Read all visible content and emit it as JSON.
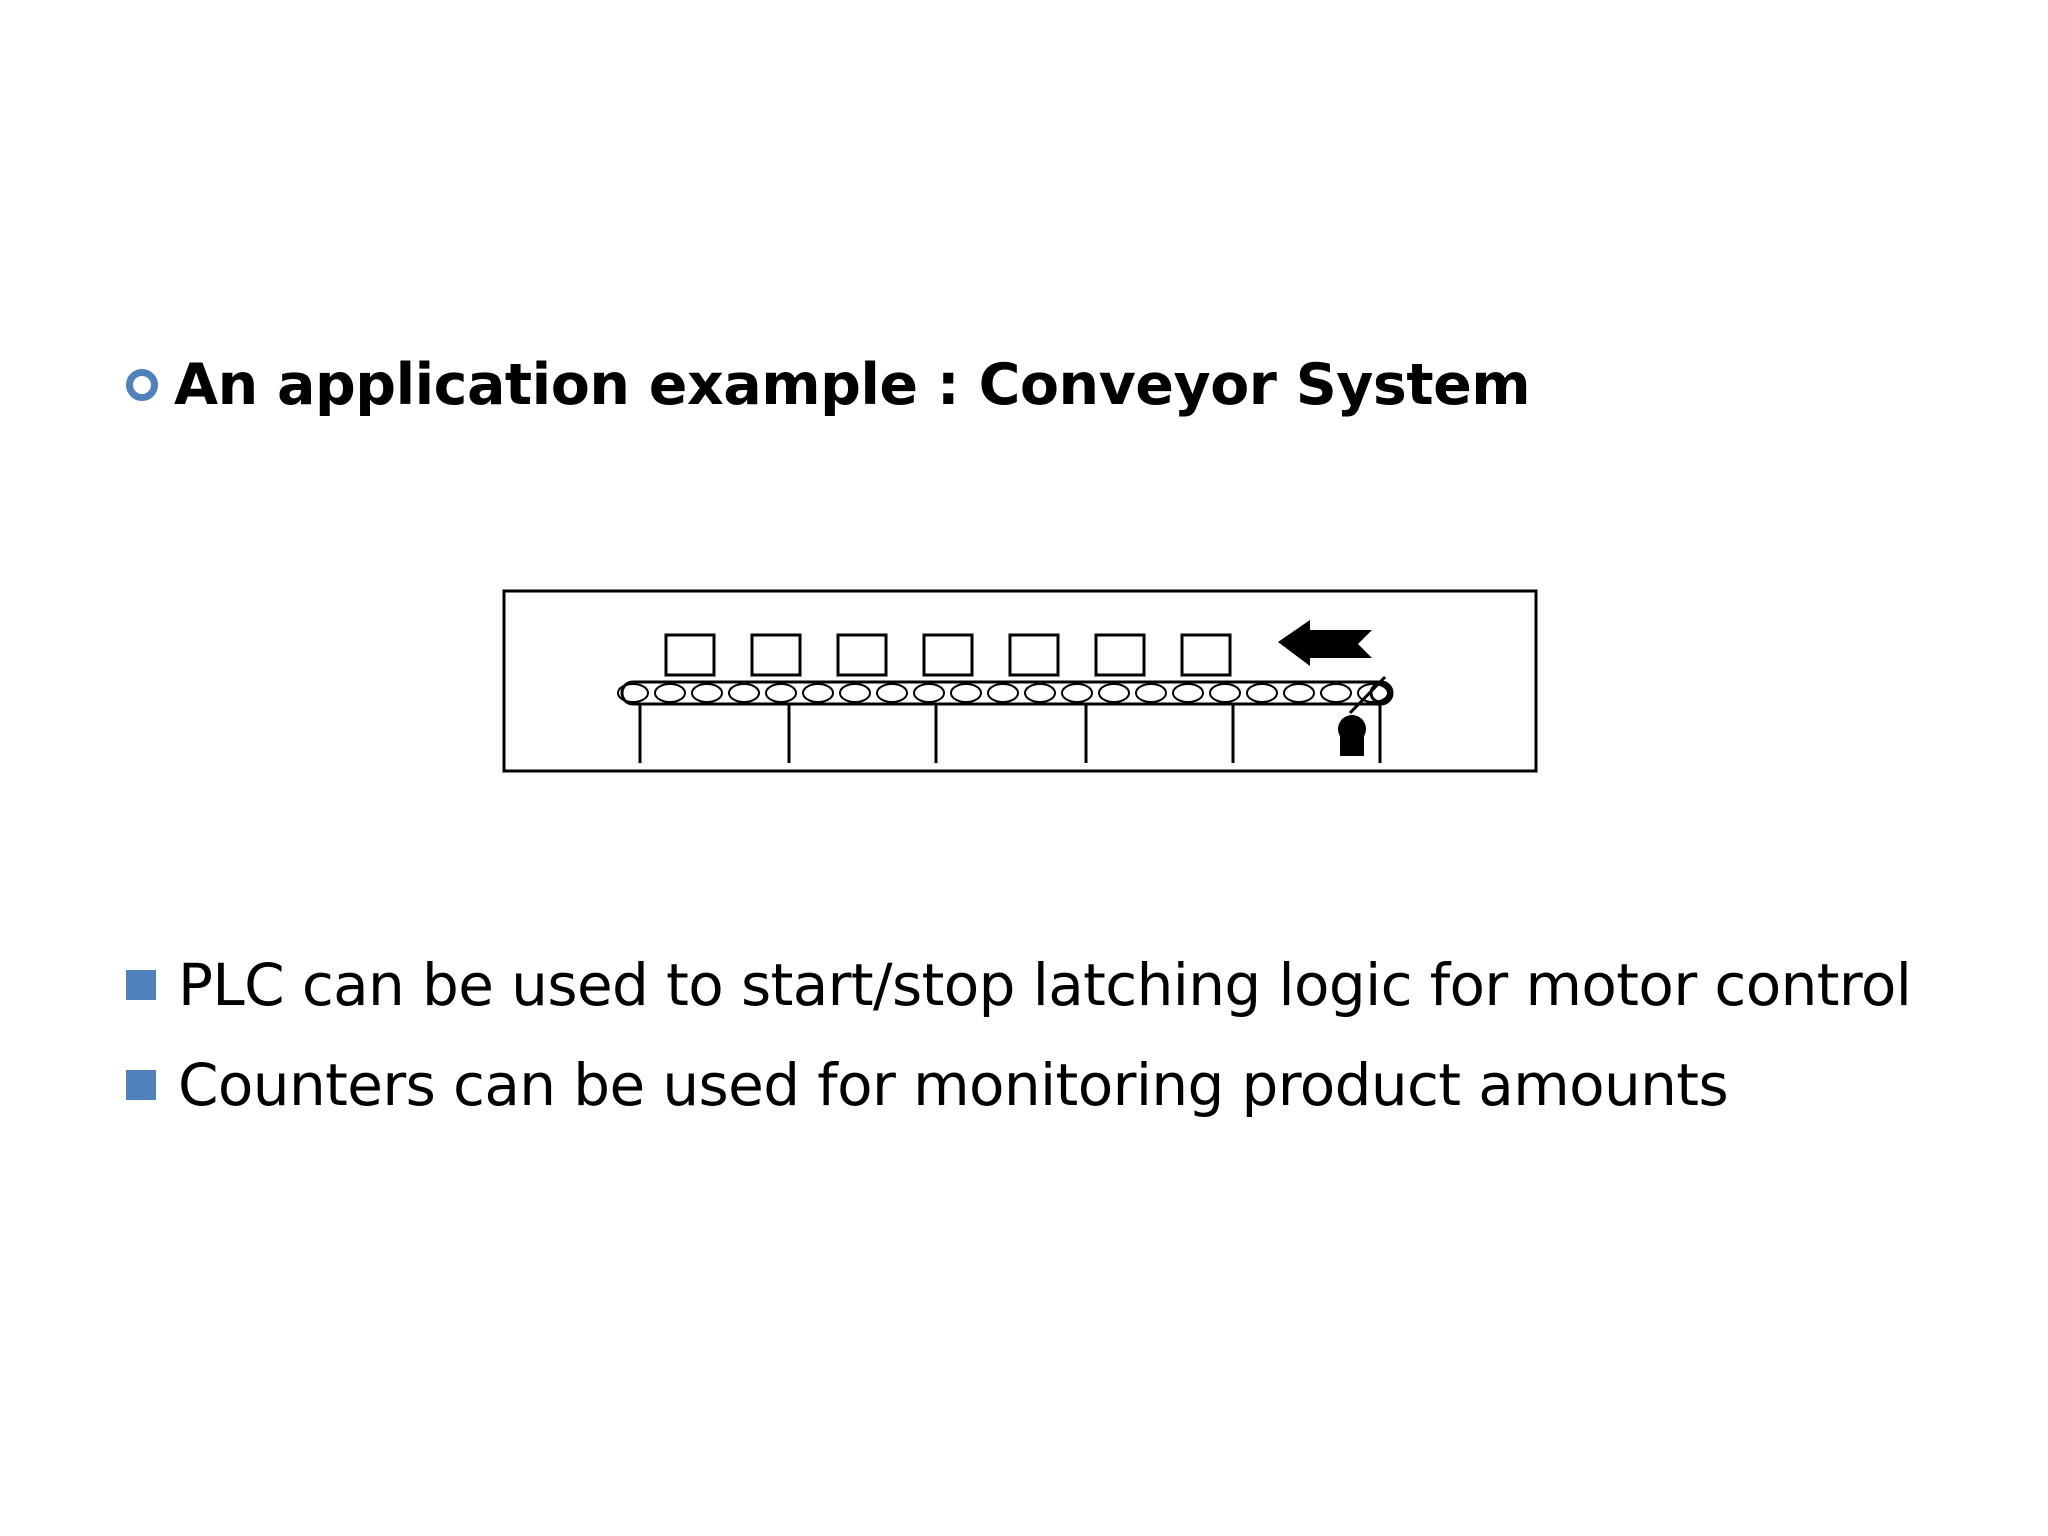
{
  "heading": {
    "bullet_icon": "ring-bullet-icon",
    "text": "An application example : Conveyor System"
  },
  "figure": {
    "boxes_on_belt": 7,
    "belt_direction": "left"
  },
  "bullets": [
    {
      "icon": "square-bullet-icon",
      "text": "PLC can be used to start/stop latching logic for motor control"
    },
    {
      "icon": "square-bullet-icon",
      "text": "Counters can be used for monitoring product amounts"
    }
  ],
  "colors": {
    "accent": "#4f81bd",
    "text": "#000000",
    "background": "#ffffff"
  }
}
